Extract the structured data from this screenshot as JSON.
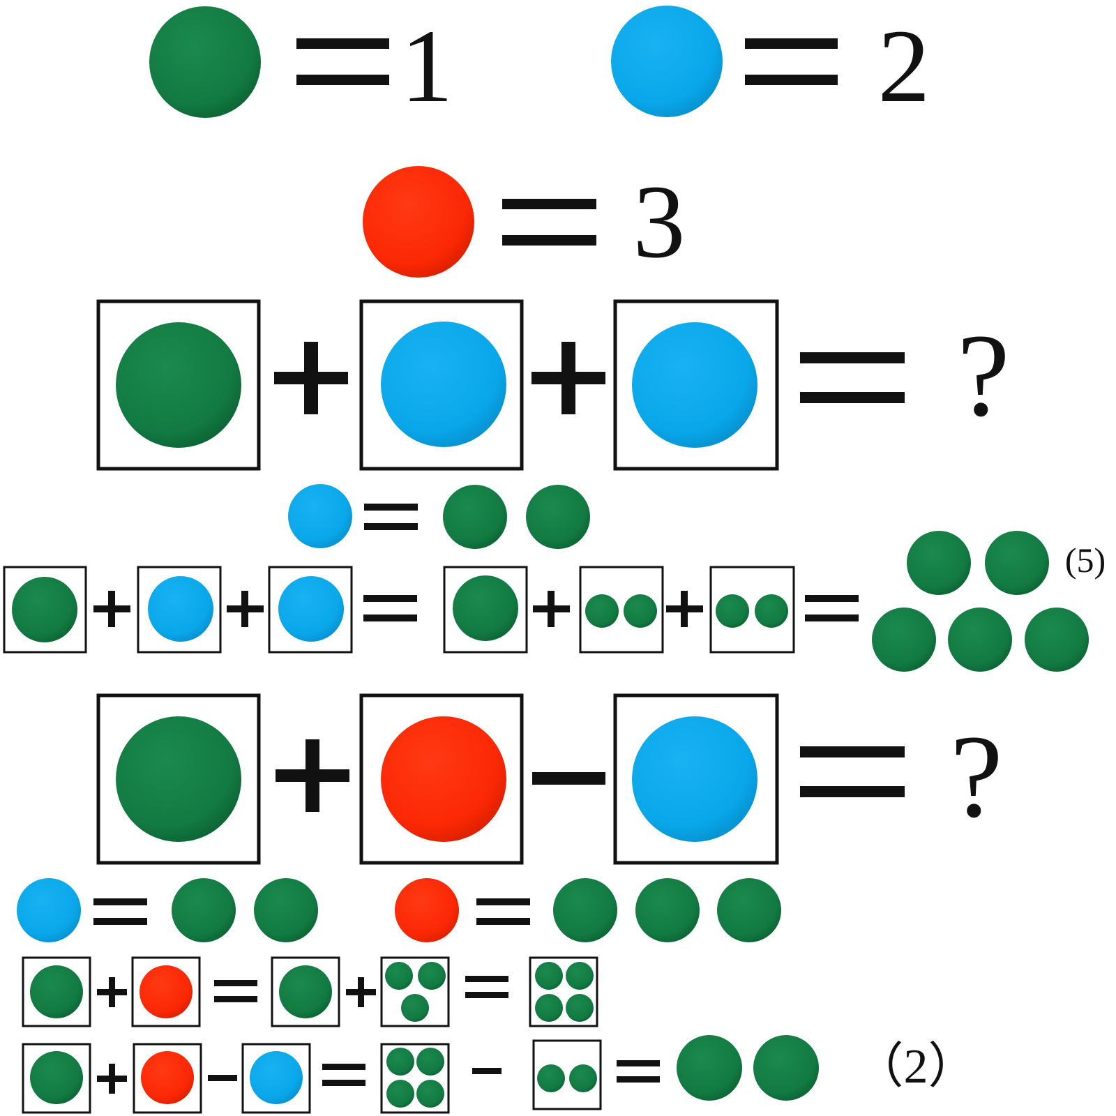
{
  "colors": {
    "green": "#127a42",
    "blue": "#09a7ea",
    "red": "#fb2804",
    "ink": "#111111"
  },
  "legend": {
    "green_value": "1",
    "blue_value": "2",
    "red_value": "3"
  },
  "problem1": {
    "question_mark": "?",
    "answer": "(5)"
  },
  "problem2": {
    "question_mark": "?",
    "answer": "（2）"
  }
}
